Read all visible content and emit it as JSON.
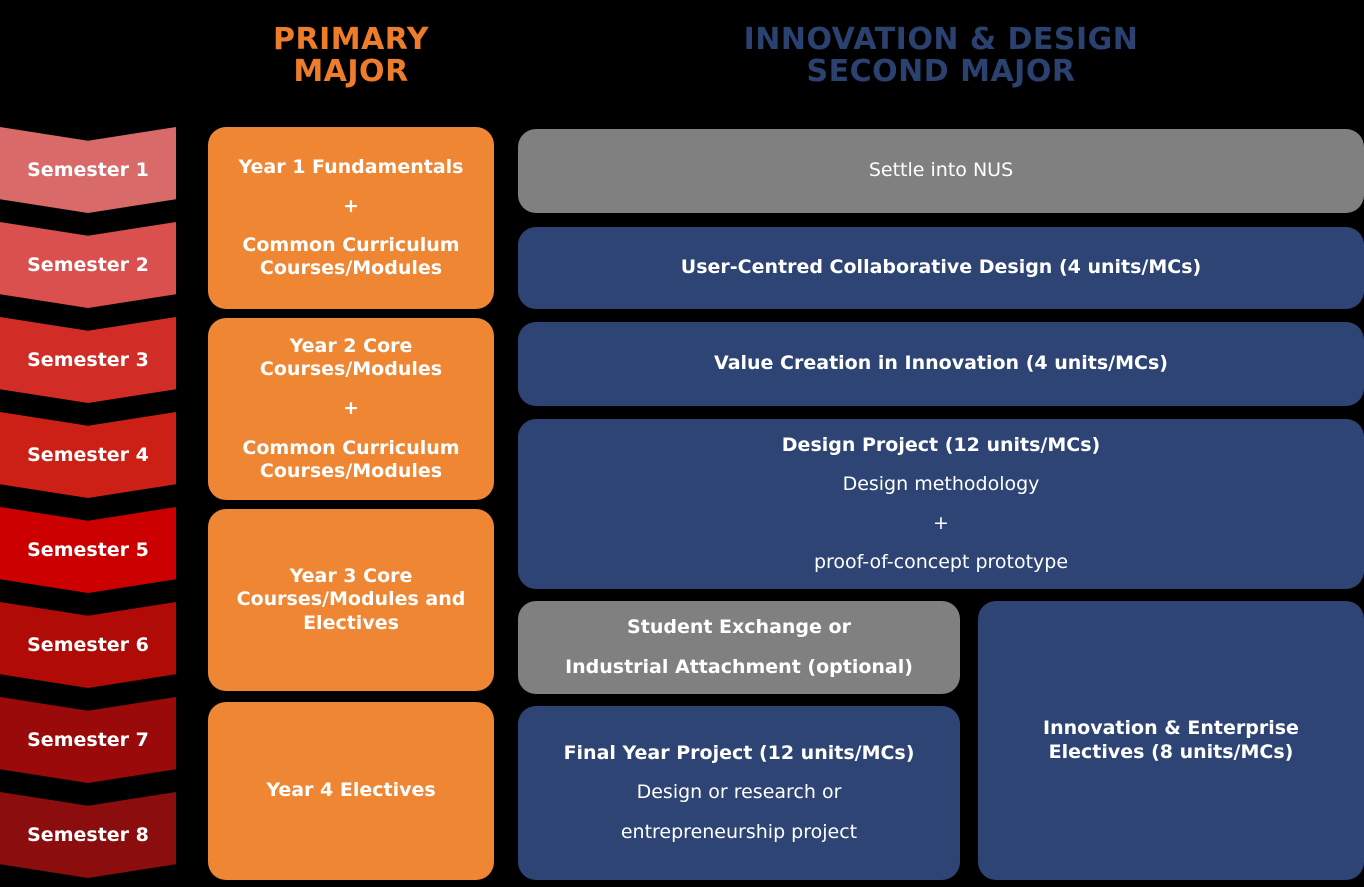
{
  "headers": {
    "primary_major": "Primary\nMajor",
    "second_major": "Innovation & Design\nSecond Major"
  },
  "colors": {
    "background": "#000000",
    "primary_accent": "#ED7D2B",
    "second_accent": "#2B4170",
    "orange_card": "#EF8633",
    "blue_card": "#2E4474",
    "grey_card": "#808080",
    "text_on_card": "#FFFFFF"
  },
  "semesters": [
    {
      "label": "Semester 1",
      "color": "#D96A6A"
    },
    {
      "label": "Semester 2",
      "color": "#D9504E"
    },
    {
      "label": "Semester 3",
      "color": "#D22C26"
    },
    {
      "label": "Semester 4",
      "color": "#CC1F16"
    },
    {
      "label": "Semester 5",
      "color": "#CC0000"
    },
    {
      "label": "Semester 6",
      "color": "#B00B07"
    },
    {
      "label": "Semester 7",
      "color": "#9A0A0A"
    },
    {
      "label": "Semester 8",
      "color": "#8B0D0D"
    }
  ],
  "primary_major_cards": [
    {
      "name": "year-1",
      "lines": [
        {
          "text": "Year 1 Fundamentals",
          "style": "strong"
        },
        {
          "text": "+",
          "style": "plus"
        },
        {
          "text": "Common Curriculum\nCourses/Modules",
          "style": "strong"
        }
      ]
    },
    {
      "name": "year-2",
      "lines": [
        {
          "text": "Year 2 Core\nCourses/Modules",
          "style": "strong"
        },
        {
          "text": "+",
          "style": "plus"
        },
        {
          "text": "Common Curriculum\nCourses/Modules",
          "style": "strong"
        }
      ]
    },
    {
      "name": "year-3",
      "lines": [
        {
          "text": "Year 3 Core\nCourses/Modules and\nElectives",
          "style": "strong"
        }
      ]
    },
    {
      "name": "year-4",
      "lines": [
        {
          "text": "Year 4 Electives",
          "style": "strong"
        }
      ]
    }
  ],
  "second_major_cards": {
    "settle_into_nus": "Settle into NUS",
    "user_centred": "User-Centred Collaborative Design (4 units/MCs)",
    "value_creation": "Value Creation in Innovation (4 units/MCs)",
    "design_project": {
      "title": "Design Project (12 units/MCs)",
      "line1": "Design methodology",
      "plus": "+",
      "line2": "proof-of-concept prototype"
    },
    "student_exchange": {
      "line1": "Student Exchange or",
      "line2": "Industrial Attachment (optional)"
    },
    "final_year_project": {
      "title": "Final Year Project (12 units/MCs)",
      "line1": "Design or research or",
      "line2": "entrepreneurship project"
    },
    "innovation_electives": "Innovation & Enterprise\nElectives (8 units/MCs)"
  }
}
